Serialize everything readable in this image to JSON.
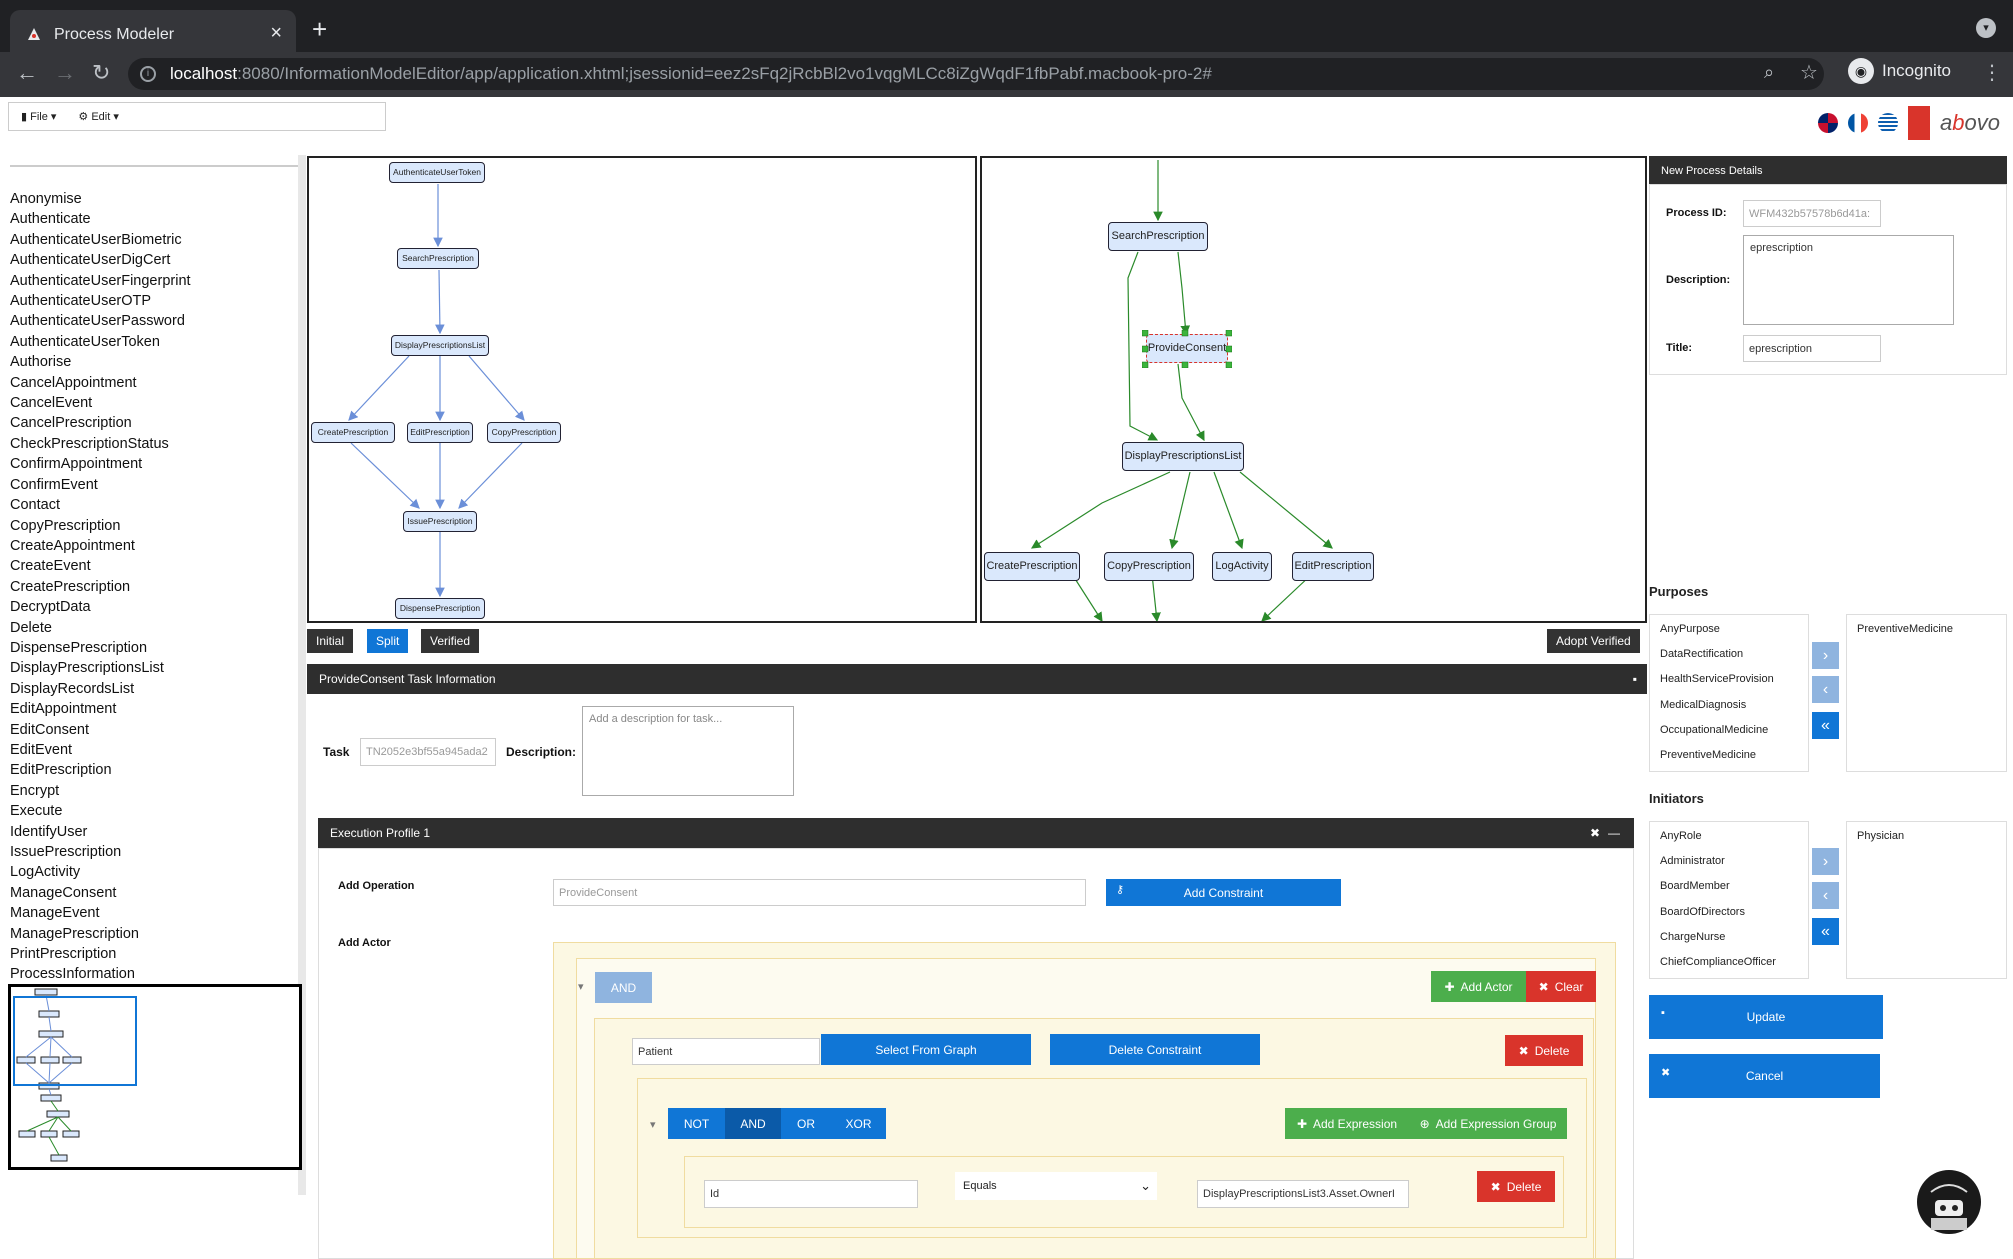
{
  "browser": {
    "tab_title": "Process Modeler",
    "url_host": "localhost",
    "url_rest": ":8080/InformationModelEditor/app/application.xhtml;jsessionid=eez2sFq2jRcbBl2vo1vqgMLCc8iZgWqdF1fbPabf.macbook-pro-2#",
    "profile": "Incognito"
  },
  "menu": {
    "file": "File",
    "edit": "Edit"
  },
  "operations": [
    "Anonymise",
    "Authenticate",
    "AuthenticateUserBiometric",
    "AuthenticateUserDigCert",
    "AuthenticateUserFingerprint",
    "AuthenticateUserOTP",
    "AuthenticateUserPassword",
    "AuthenticateUserToken",
    "Authorise",
    "CancelAppointment",
    "CancelEvent",
    "CancelPrescription",
    "CheckPrescriptionStatus",
    "ConfirmAppointment",
    "ConfirmEvent",
    "Contact",
    "CopyPrescription",
    "CreateAppointment",
    "CreateEvent",
    "CreatePrescription",
    "DecryptData",
    "Delete",
    "DispensePrescription",
    "DisplayPrescriptionsList",
    "DisplayRecordsList",
    "EditAppointment",
    "EditConsent",
    "EditEvent",
    "EditPrescription",
    "Encrypt",
    "Execute",
    "IdentifyUser",
    "IssuePrescription",
    "LogActivity",
    "ManageConsent",
    "ManageEvent",
    "ManagePrescription",
    "PrintPrescription",
    "ProcessInformation"
  ],
  "graph_left": {
    "authenticate": "AuthenticateUserToken",
    "search": "SearchPrescription",
    "display": "DisplayPrescriptionsList",
    "create": "CreatePrescription",
    "edit": "EditPrescription",
    "copy": "CopyPrescription",
    "issue": "IssuePrescription",
    "dispense": "DispensePrescription"
  },
  "graph_right": {
    "search": "SearchPrescription",
    "consent": "ProvideConsent",
    "display": "DisplayPrescriptionsList",
    "create": "CreatePrescription",
    "copy": "CopyPrescription",
    "log": "LogActivity",
    "edit": "EditPrescription"
  },
  "graph_tabs": {
    "initial": "Initial",
    "split": "Split",
    "verified": "Verified",
    "adopt": "Adopt Verified"
  },
  "task": {
    "header": "ProvideConsent Task Information",
    "task_label": "Task",
    "task_id": "TN2052e3bf55a945ada2",
    "desc_label": "Description:",
    "desc_placeholder": "Add a description for task..."
  },
  "exec": {
    "header": "Execution Profile 1",
    "add_operation": "Add Operation",
    "operation_value": "ProvideConsent",
    "add_constraint": "Add Constraint",
    "add_actor_label": "Add Actor",
    "and": "AND",
    "add_actor": "Add Actor",
    "clear": "Clear",
    "actor_value": "Patient",
    "select_graph": "Select From Graph",
    "delete_constraint": "Delete Constraint",
    "delete": "Delete",
    "ops": [
      "NOT",
      "AND",
      "OR",
      "XOR"
    ],
    "add_expression": "Add Expression",
    "add_expression_group": "Add Expression Group",
    "expr_field": "Id",
    "expr_op": "Equals",
    "expr_value": "DisplayPrescriptionsList3.Asset.OwnerI",
    "delete2": "Delete"
  },
  "details": {
    "header": "New Process Details",
    "process_id_label": "Process ID:",
    "process_id": "WFM432b57578b6d41a:",
    "description_label": "Description:",
    "description": "eprescription",
    "title_label": "Title:",
    "title": "eprescription"
  },
  "purposes": {
    "label": "Purposes",
    "available": [
      "AnyPurpose",
      "DataRectification",
      "HealthServiceProvision",
      "MedicalDiagnosis",
      "OccupationalMedicine",
      "PreventiveMedicine"
    ],
    "selected": [
      "PreventiveMedicine"
    ]
  },
  "initiators": {
    "label": "Initiators",
    "available": [
      "AnyRole",
      "Administrator",
      "BoardMember",
      "BoardOfDirectors",
      "ChargeNurse",
      "ChiefComplianceOfficer"
    ],
    "selected": [
      "Physician"
    ]
  },
  "actions": {
    "update": "Update",
    "cancel": "Cancel"
  }
}
